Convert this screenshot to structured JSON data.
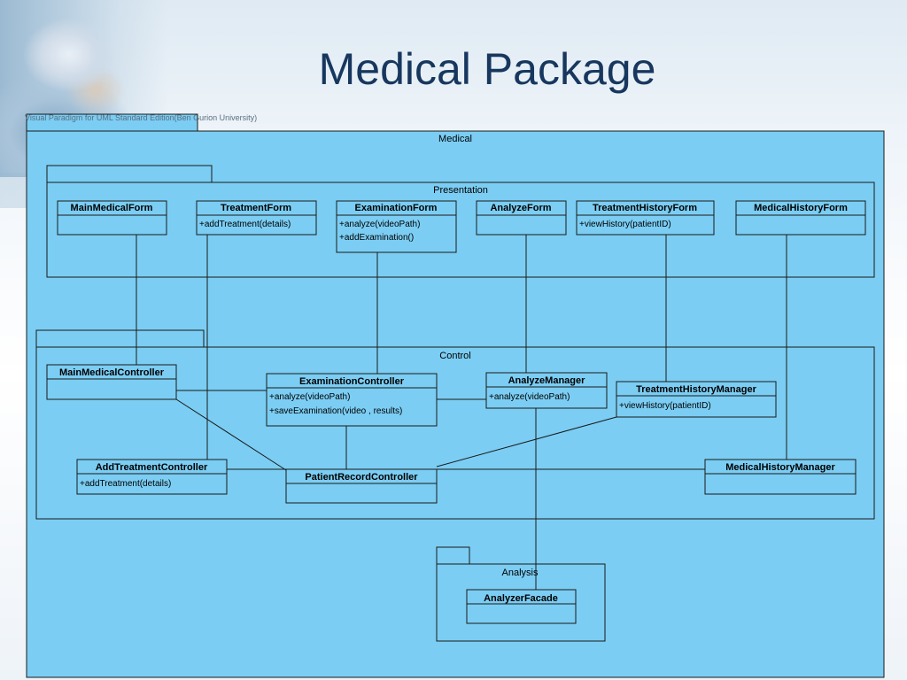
{
  "slide": {
    "title": "Medical Package",
    "watermark": "Visual Paradigm for UML Standard Edition(Ben Gurion University)"
  },
  "packages": {
    "medical": "Medical",
    "presentation": "Presentation",
    "control": "Control",
    "analysis": "Analysis"
  },
  "classes": {
    "mainMedicalForm": {
      "name": "MainMedicalForm"
    },
    "treatmentForm": {
      "name": "TreatmentForm",
      "methods": [
        "+addTreatment(details)"
      ]
    },
    "examinationForm": {
      "name": "ExaminationForm",
      "methods": [
        "+analyze(videoPath)",
        "+addExamination()"
      ]
    },
    "analyzeForm": {
      "name": "AnalyzeForm"
    },
    "treatmentHistoryForm": {
      "name": "TreatmentHistoryForm",
      "methods": [
        "+viewHistory(patientID)"
      ]
    },
    "medicalHistoryForm": {
      "name": "MedicalHistoryForm"
    },
    "mainMedicalController": {
      "name": "MainMedicalController"
    },
    "examinationController": {
      "name": "ExaminationController",
      "methods": [
        "+analyze(videoPath)",
        "+saveExamination(video , results)"
      ]
    },
    "analyzeManager": {
      "name": "AnalyzeManager",
      "methods": [
        "+analyze(videoPath)"
      ]
    },
    "treatmentHistoryManager": {
      "name": "TreatmentHistoryManager",
      "methods": [
        "+viewHistory(patientID)"
      ]
    },
    "addTreatmentController": {
      "name": "AddTreatmentController",
      "methods": [
        "+addTreatment(details)"
      ]
    },
    "patientRecordController": {
      "name": "PatientRecordController"
    },
    "medicalHistoryManager": {
      "name": "MedicalHistoryManager"
    },
    "analyzerFacade": {
      "name": "AnalyzerFacade"
    }
  },
  "colors": {
    "diagram_fill": "#7bcdf3",
    "line": "#1a1a1a",
    "title": "#17375e"
  }
}
